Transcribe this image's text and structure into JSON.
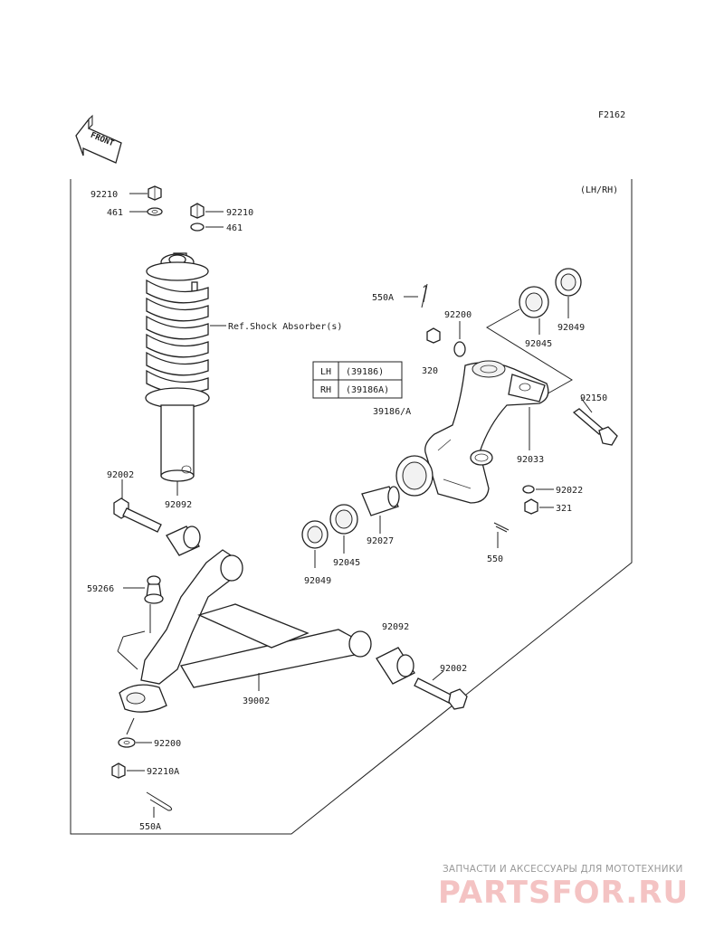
{
  "figure_code": "F2162",
  "front_label": "FRONT",
  "variant_label": "(LH/RH)",
  "watermark": {
    "line1": "ЗАПЧАСТИ И АКСЕССУАРЫ ДЛЯ МОТОТЕХНИКИ",
    "logo": "PARTSFOR.RU"
  },
  "side_table": {
    "rows": [
      {
        "side": "LH",
        "part": "(39186)"
      },
      {
        "side": "RH",
        "part": "(39186A)"
      }
    ]
  },
  "callouts": {
    "c92210_a": "92210",
    "c461_a": "461",
    "c92210_b": "92210",
    "c461_b": "461",
    "ref_shock": "Ref.Shock Absorber(s)",
    "c550A_top": "550A",
    "c92200_top": "92200",
    "c320": "320",
    "c92049_top": "92049",
    "c92045_top": "92045",
    "c92150": "92150",
    "c39186A": "39186/A",
    "c92033": "92033",
    "c92022": "92022",
    "c321": "321",
    "c550": "550",
    "c92002_top": "92002",
    "c92092_top": "92092",
    "c92027": "92027",
    "c92049_bot": "92049",
    "c92045_bot": "92045",
    "c59266": "59266",
    "c92092_bot": "92092",
    "c92002_bot": "92002",
    "c39002": "39002",
    "c92200_bot": "92200",
    "c92210A": "92210A",
    "c550A_bot": "550A"
  }
}
